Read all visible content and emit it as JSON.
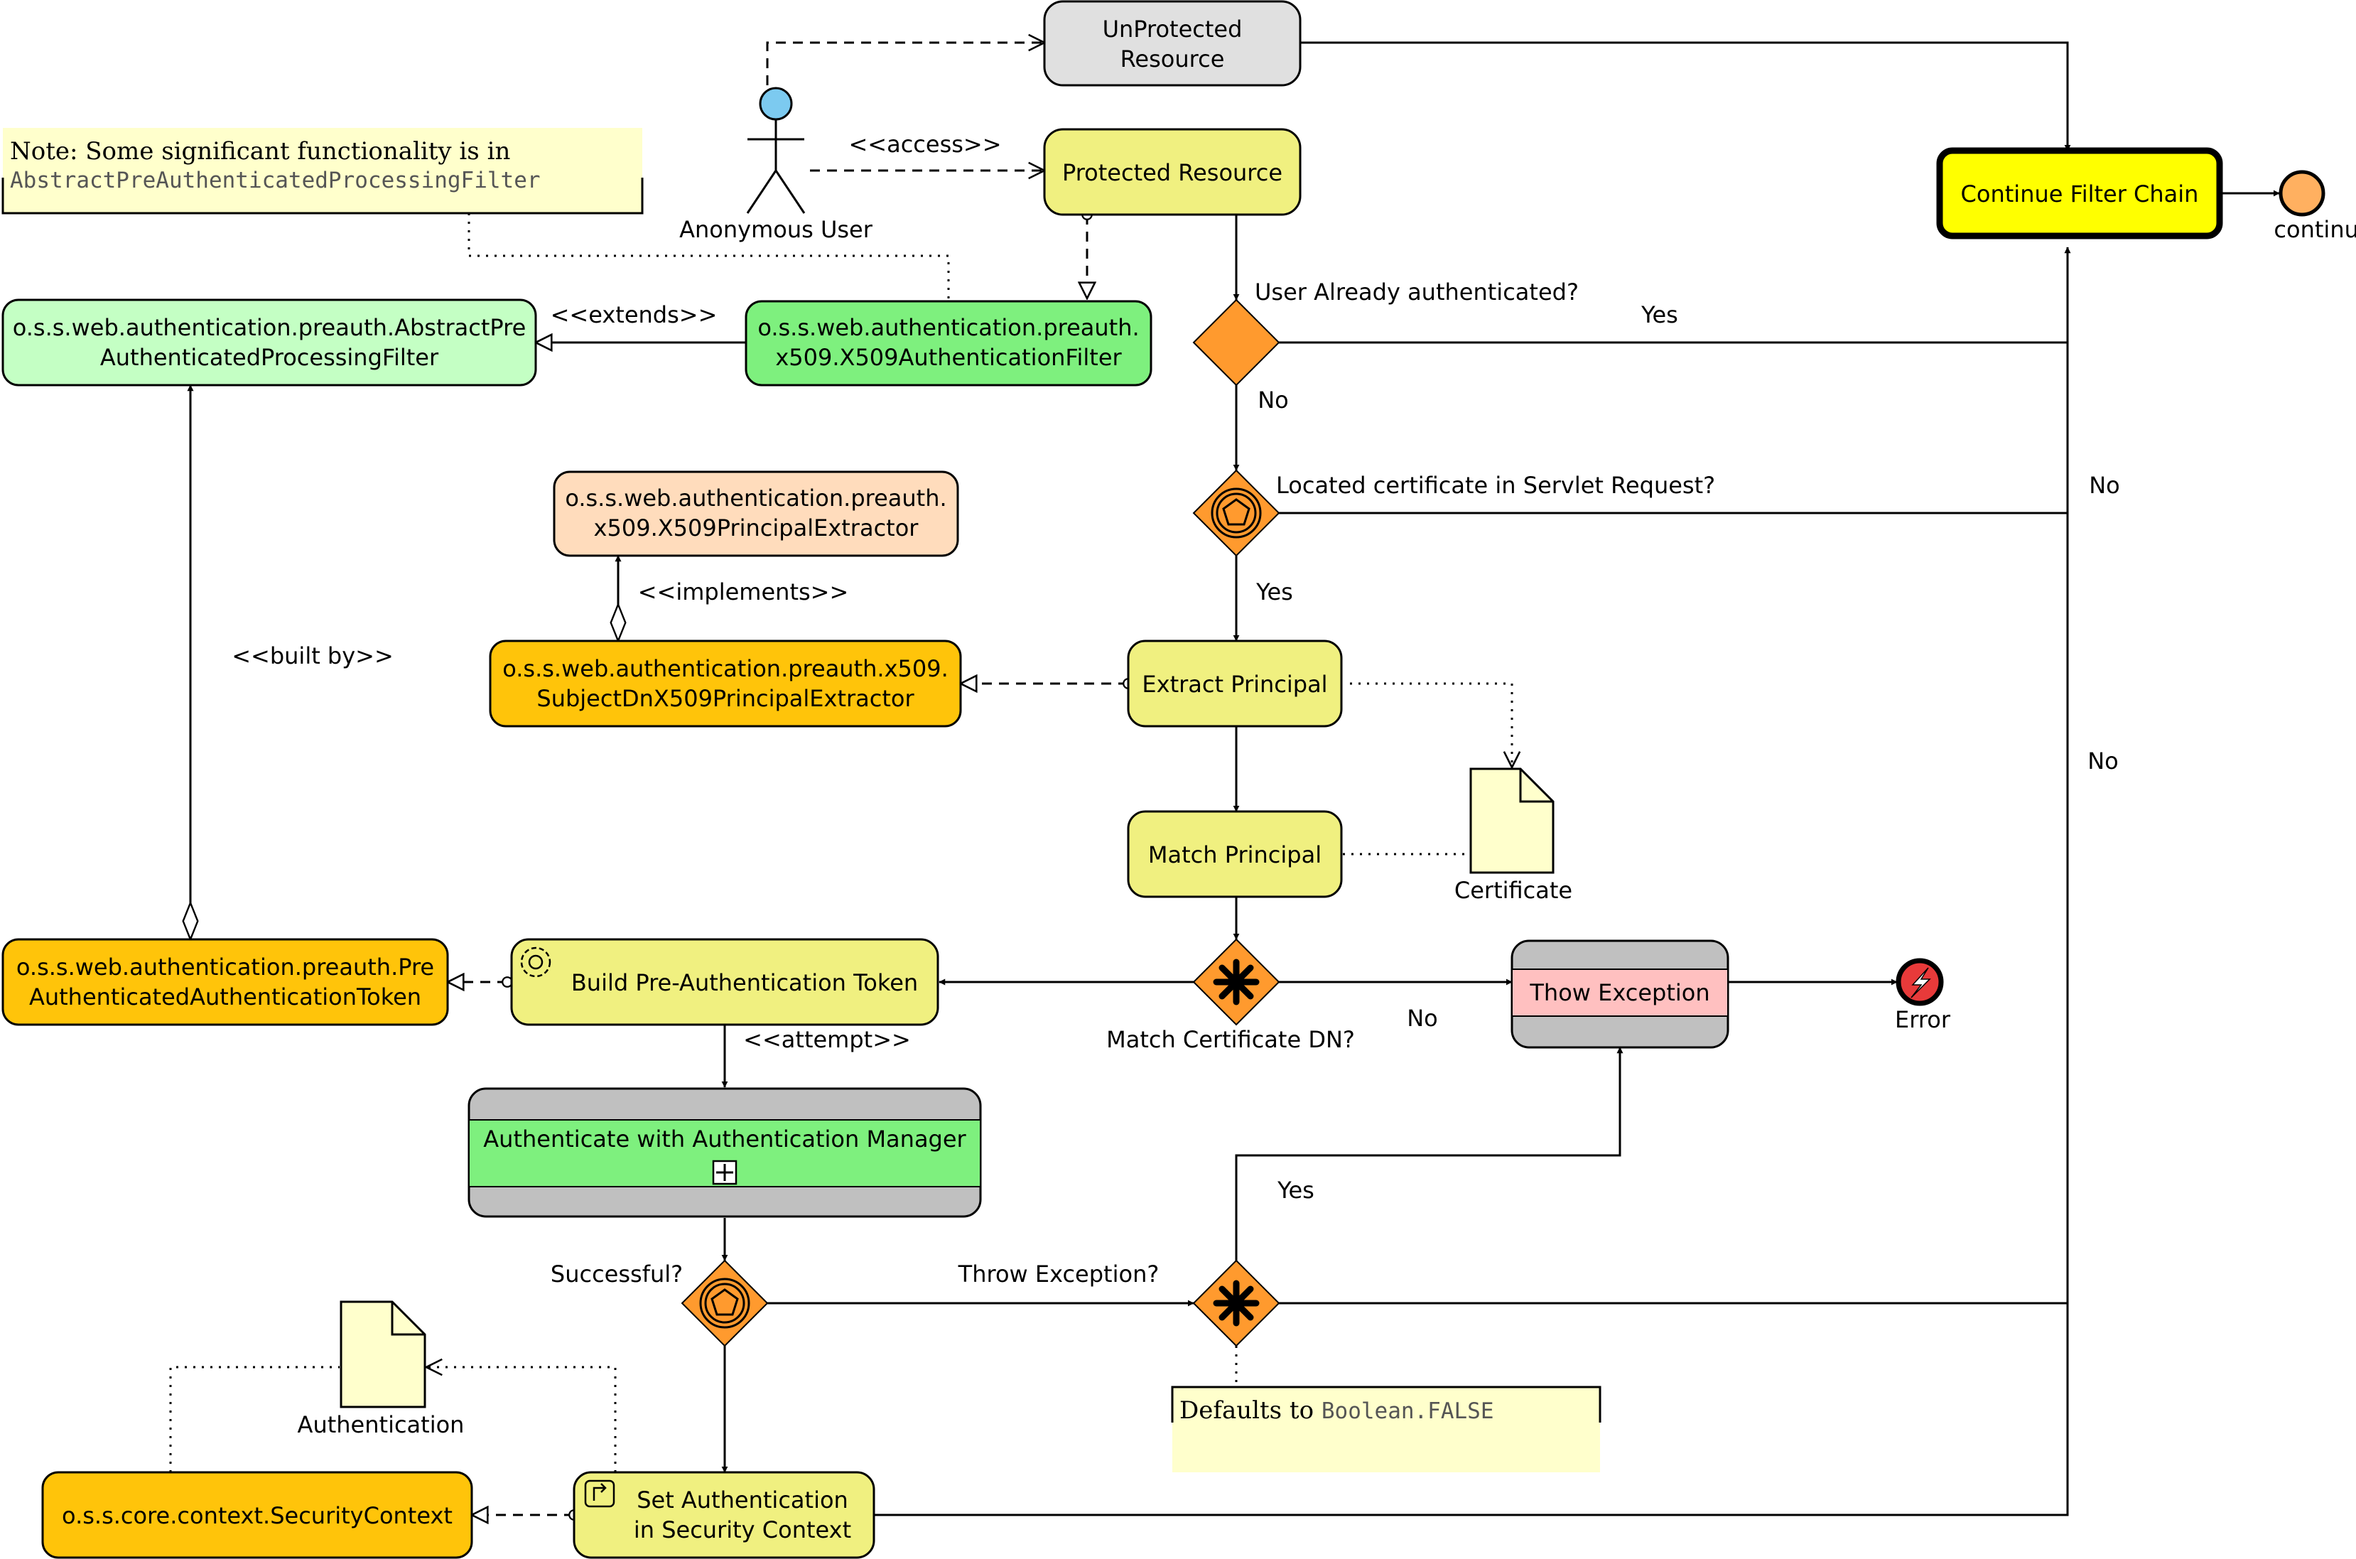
{
  "colors": {
    "task_yellow": "#f0f080",
    "class_orange": "#ffc40a",
    "class_light_green": "#c4ffc4",
    "class_green": "#7ef07e",
    "extractor_peach": "#ffdcbc",
    "gateway_orange": "#ff9a2e",
    "chain_yellow": "#ffff00",
    "unprotected_gray": "#e0e0e0",
    "note_yellow": "#ffffcc",
    "exception_pink": "#ffc0c0",
    "band_gray": "#c0c0c0",
    "actor_blue": "#7ccaf0",
    "error_red": "#e83a3a",
    "end_orange": "#ffb060"
  },
  "nodes": {
    "unprotected": [
      "UnProtected",
      "Resource"
    ],
    "protected": "Protected Resource",
    "chain": "Continue Filter Chain",
    "continue_label": "continue",
    "actor": "Anonymous User",
    "note1_line1": "Note: Some significant functionality is in",
    "note1_line2": "AbstractPreAuthenticatedProcessingFilter",
    "abstract_filter": [
      "o.s.s.web.authentication.preauth.AbstractPre",
      "AuthenticatedProcessingFilter"
    ],
    "x509_filter": [
      "o.s.s.web.authentication.preauth.",
      "x509.X509AuthenticationFilter"
    ],
    "principal_extractor": [
      "o.s.s.web.authentication.preauth.",
      "x509.X509PrincipalExtractor"
    ],
    "subject_extractor": [
      "o.s.s.web.authentication.preauth.x509.",
      "SubjectDnX509PrincipalExtractor"
    ],
    "extract": "Extract Principal",
    "match": "Match Principal",
    "certificate": "Certificate",
    "token_class": [
      "o.s.s.web.authentication.preauth.Pre",
      "AuthenticatedAuthenticationToken"
    ],
    "build": "Build Pre-Authentication Token",
    "auth_manager": "Authenticate with Authentication Manager",
    "throw_task": "Thow Exception",
    "error": "Error",
    "authentication": "Authentication",
    "security_context": "o.s.s.core.context.SecurityContext",
    "set_auth": [
      "Set Authentication",
      "in Security Context"
    ],
    "note2_prefix": "Defaults to ",
    "note2_code": "Boolean.FALSE"
  },
  "labels": {
    "access": "<<access>>",
    "extends": "<<extends>>",
    "implements": "<<implements>>",
    "built_by": "<<built by>>",
    "attempt": "<<attempt>>",
    "already_auth": "User Already authenticated?",
    "yes1": "Yes",
    "no1": "No",
    "located_cert": "Located certificate in Servlet Request?",
    "no2": "No",
    "yes2": "Yes",
    "match_dn": "Match Certificate DN?",
    "no3": "No",
    "no4": "No",
    "successful": "Successful?",
    "throw_q": "Throw Exception?",
    "yes3": "Yes"
  }
}
